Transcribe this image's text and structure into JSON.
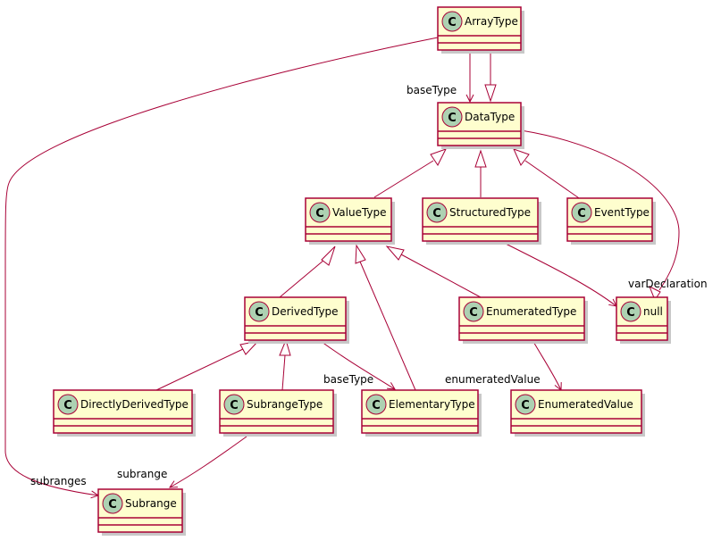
{
  "diagram": {
    "stereotype_letter": "C",
    "colors": {
      "box_fill": "#FEFECE",
      "box_border": "#A80036",
      "edge": "#A80036",
      "circle_fill": "#ADD1B2",
      "shadow": "#c8c8c8"
    },
    "classes": {
      "array_type": "ArrayType",
      "data_type": "DataType",
      "value_type": "ValueType",
      "structured_type": "StructuredType",
      "event_type": "EventType",
      "derived_type": "DerivedType",
      "enumerated_type": "EnumeratedType",
      "null_class": "null",
      "directly_derived_type": "DirectlyDerivedType",
      "subrange_type": "SubrangeType",
      "elementary_type": "ElementaryType",
      "enumerated_value": "EnumeratedValue",
      "subrange": "Subrange"
    },
    "labels": {
      "base_type_top": "baseType",
      "var_declaration": "varDeclaration",
      "base_type_derived": "baseType",
      "enumerated_value": "enumeratedValue",
      "subrange": "subrange",
      "subranges": "subranges"
    }
  }
}
